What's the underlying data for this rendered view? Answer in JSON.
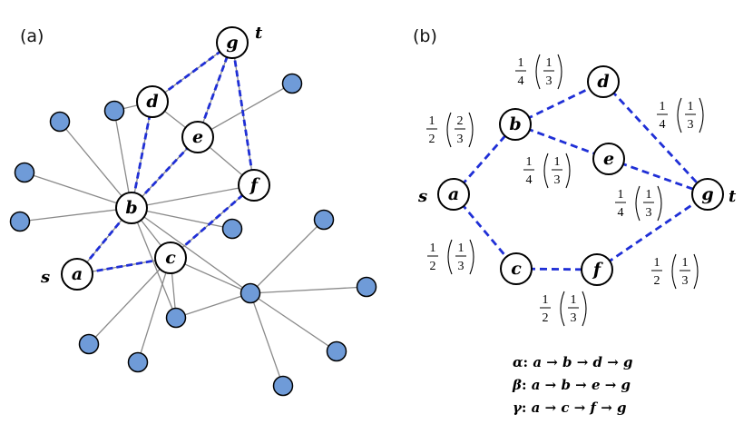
{
  "panel_a": {
    "label": "(a)",
    "source_label": "s",
    "target_label": "t",
    "nodes": {
      "a": "a",
      "b": "b",
      "c": "c",
      "d": "d",
      "e": "e",
      "f": "f",
      "g": "g"
    }
  },
  "panel_b": {
    "label": "(b)",
    "source_label": "s",
    "target_label": "t",
    "nodes": {
      "a": "a",
      "b": "b",
      "c": "c",
      "d": "d",
      "e": "e",
      "f": "f",
      "g": "g"
    },
    "edge_weights": [
      {
        "edge": "a-b",
        "weight": "1/2",
        "alt": "2/3"
      },
      {
        "edge": "b-d",
        "weight": "1/4",
        "alt": "1/3"
      },
      {
        "edge": "d-g",
        "weight": "1/4",
        "alt": "1/3"
      },
      {
        "edge": "b-e",
        "weight": "1/4",
        "alt": "1/3"
      },
      {
        "edge": "e-g",
        "weight": "1/4",
        "alt": "1/3"
      },
      {
        "edge": "a-c",
        "weight": "1/2",
        "alt": "1/3"
      },
      {
        "edge": "c-f",
        "weight": "1/2",
        "alt": "1/3"
      },
      {
        "edge": "f-g",
        "weight": "1/2",
        "alt": "1/3"
      }
    ],
    "paths": [
      {
        "name": "α",
        "route": "a → b → d → g"
      },
      {
        "name": "β",
        "route": "a → b → e → g"
      },
      {
        "name": "γ",
        "route": "a → c → f → g"
      }
    ]
  },
  "colors": {
    "blue_node": "#6f9bd8",
    "dashed_edge": "#1f2fd6",
    "gray_edge": "#8a8a8a"
  }
}
